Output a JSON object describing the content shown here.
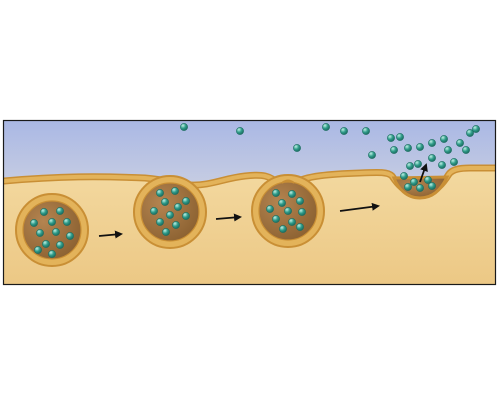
{
  "diagram": {
    "stages": [
      "vesicle-in-cytoplasm",
      "vesicle-docking",
      "membrane-fusion",
      "content-release"
    ],
    "colors": {
      "border": "#1a1a1a",
      "extracellular_top": "#aab8e4",
      "extracellular_bottom": "#f2ede0",
      "cytoplasm": "#f3d9a0",
      "cytoplasm_dark": "#ecc885",
      "membrane": "#e3b35a",
      "membrane_edge": "#c98f35",
      "vesicle_lumen": "#8a6030",
      "vesicle_lumen_light": "#b48450",
      "molecule": "#2f9c8a",
      "molecule_highlight": "#bff0e4",
      "arrow": "#111111"
    },
    "icons": [
      "vesicle-icon",
      "molecule-icon",
      "arrow-icon"
    ]
  }
}
